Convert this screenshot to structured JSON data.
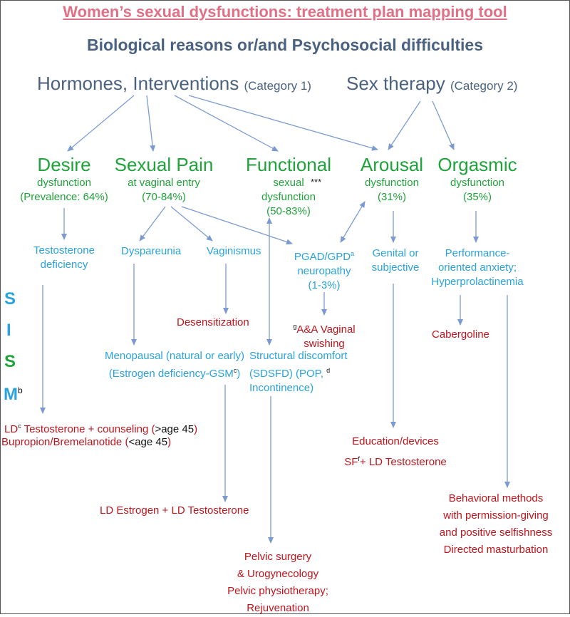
{
  "colors": {
    "title": "#e07085",
    "heading": "#4a6180",
    "green": "#1fa33a",
    "blue": "#2aa3dc",
    "red": "#c0141c",
    "arrow": "#7b9bd0"
  },
  "title": "Women’s sexual dysfunctions: treatment plan mapping tool",
  "subtitle": "Biological reasons or/and Psychosocial difficulties",
  "cat1": {
    "name": "Hormones, Interventions",
    "tag": "(Category 1)"
  },
  "cat2": {
    "name": "Sex therapy",
    "tag": "(Category 2)"
  },
  "desire": {
    "name": "Desire",
    "line1": "dysfunction",
    "line2": "(Prevalence: 64%)"
  },
  "pain": {
    "name": "Sexual Pain",
    "line1": "at vaginal entry",
    "line2": "(70-84%)"
  },
  "functional": {
    "name": "Functional",
    "line1": "sexual",
    "line2": "dysfunction",
    "line3": "(50-83%)",
    "mark": "***"
  },
  "arousal": {
    "name": "Arousal",
    "line1": "dysfunction",
    "line2": "(31%)"
  },
  "orgasmic": {
    "name": "Orgasmic",
    "line1": "dysfunction",
    "line2": "(35%)"
  },
  "testo_def": {
    "line1": "Testosterone",
    "line2": "deficiency"
  },
  "dyspareunia": "Dyspareunia",
  "vaginismus": "Vaginismus",
  "pgad": {
    "line1": "PGAD/GPD",
    "sup": "a",
    "line2": "neuropathy",
    "line3": "(1-3%)"
  },
  "genital": {
    "line1": "Genital or",
    "line2": "subjective"
  },
  "performance": {
    "line1": "Performance-",
    "line2": "oriented anxiety;",
    "line3": "Hyperprolactinemia"
  },
  "desensitization": "Desensitization",
  "aa": {
    "sup": "g",
    "line1": "A&A Vaginal",
    "line2": "swishing"
  },
  "cabergoline": "Cabergoline",
  "menopausal": {
    "line1": "Menopausal (natural or early)",
    "line2a": "(Estrogen deficiency-GSM",
    "sup": "c",
    "line2b": ")"
  },
  "structural": {
    "line1": "Structural discomfort",
    "line2": "(SDSFD) (POP,",
    "sup": "d",
    "line3": "Incontinence)"
  },
  "sism": {
    "s1": "S",
    "i": "I",
    "s2": "S",
    "m": "M",
    "m_sup": "b"
  },
  "ld_testo": {
    "a": "LD",
    "sup": "c",
    "b": " Testosterone + counseling (",
    "c": ">age 45",
    "d": ")"
  },
  "bupropion": {
    "a": "Bupropion/Bremelanotide (",
    "b": "<age 45",
    "c": ")"
  },
  "education": "Education/devices",
  "sf_ld": {
    "a": "SF",
    "sup": "f",
    "b": "+ LD Testosterone"
  },
  "ld_estrogen": "LD Estrogen + LD Testosterone",
  "behavioral": {
    "line1": "Behavioral methods",
    "line2": "with permission-giving",
    "line3": "and positive selfishness",
    "line4": "Directed masturbation"
  },
  "pelvic": {
    "line1": "Pelvic surgery",
    "line2": "& Urogynecology",
    "line3": "Pelvic physiotherapy;",
    "line4": "Rejuvenation"
  }
}
